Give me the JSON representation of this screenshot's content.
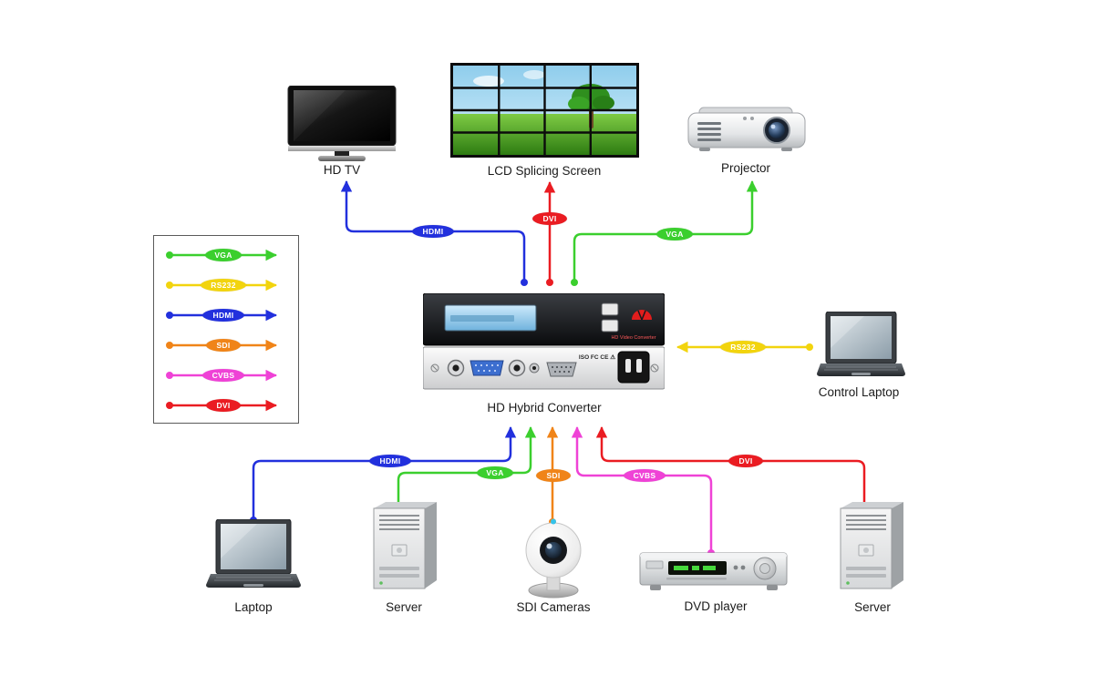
{
  "diagram": {
    "type": "connection-diagram",
    "center_device": "HD Hybrid Converter"
  },
  "legend": {
    "items": [
      {
        "label": "VGA",
        "color": "#3bcf2e"
      },
      {
        "label": "RS232",
        "color": "#f2d40e"
      },
      {
        "label": "HDMI",
        "color": "#2230dd"
      },
      {
        "label": "SDI",
        "color": "#f08418"
      },
      {
        "label": "CVBS",
        "color": "#ef42d6"
      },
      {
        "label": "DVI",
        "color": "#ea1c22"
      }
    ]
  },
  "devices": {
    "hd_tv": {
      "label": "HD TV"
    },
    "lcd_splicing_screen": {
      "label": "LCD Splicing Screen"
    },
    "projector": {
      "label": "Projector"
    },
    "converter": {
      "label": "HD Hybrid Converter",
      "front_text": "HD Video Converter",
      "cert_text": "ISO FC CE ⚠"
    },
    "control_laptop": {
      "label": "Control Laptop"
    },
    "laptop": {
      "label": "Laptop"
    },
    "server_1": {
      "label": "Server"
    },
    "sdi_cameras": {
      "label": "SDI Cameras"
    },
    "dvd_player": {
      "label": "DVD player"
    },
    "server_2": {
      "label": "Server"
    }
  },
  "connections": [
    {
      "label": "HDMI",
      "color": "#2230dd",
      "from": "HD Hybrid Converter",
      "to": "HD TV"
    },
    {
      "label": "DVI",
      "color": "#ea1c22",
      "from": "HD Hybrid Converter",
      "to": "LCD Splicing Screen"
    },
    {
      "label": "VGA",
      "color": "#3bcf2e",
      "from": "HD Hybrid Converter",
      "to": "Projector"
    },
    {
      "label": "RS232",
      "color": "#f2d40e",
      "from": "Control Laptop",
      "to": "HD Hybrid Converter"
    },
    {
      "label": "HDMI",
      "color": "#2230dd",
      "from": "Laptop",
      "to": "HD Hybrid Converter"
    },
    {
      "label": "VGA",
      "color": "#3bcf2e",
      "from": "Server",
      "to": "HD Hybrid Converter"
    },
    {
      "label": "SDI",
      "color": "#f08418",
      "from": "SDI Cameras",
      "to": "HD Hybrid Converter"
    },
    {
      "label": "CVBS",
      "color": "#ef42d6",
      "from": "DVD player",
      "to": "HD Hybrid Converter"
    },
    {
      "label": "DVI",
      "color": "#ea1c22",
      "from": "Server",
      "to": "HD Hybrid Converter"
    }
  ]
}
